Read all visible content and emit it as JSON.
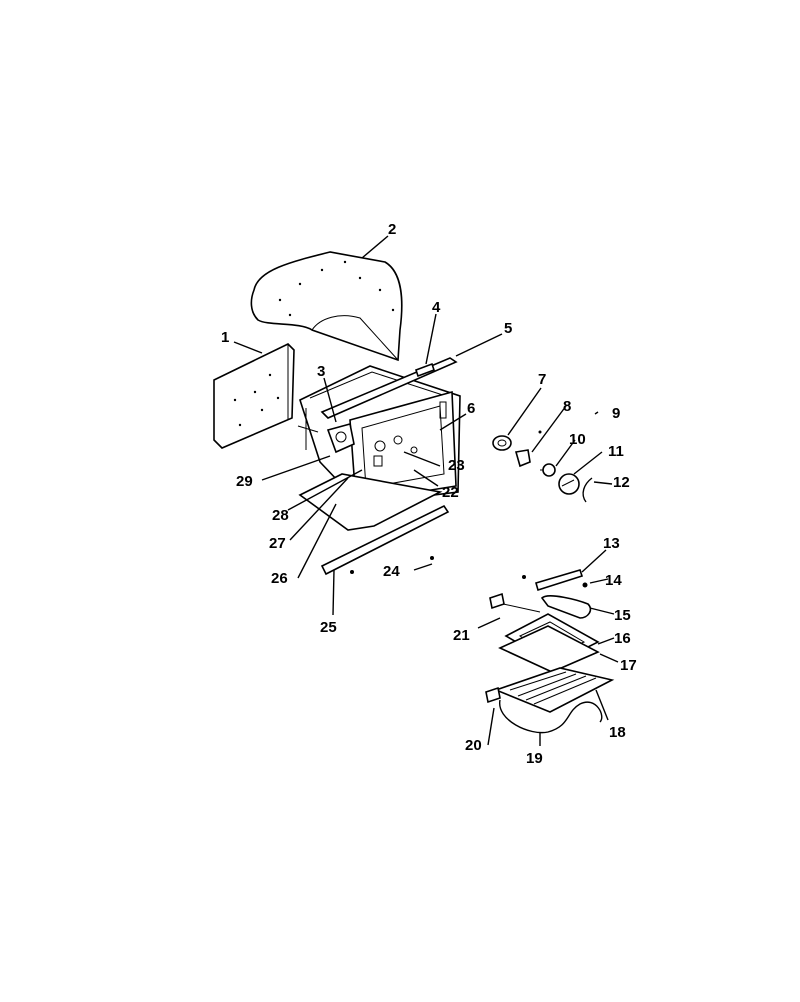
{
  "corner_mark": "'",
  "labels": {
    "l1": "1",
    "l2": "2",
    "l3": "3",
    "l4": "4",
    "l5": "5",
    "l6": "6",
    "l7": "7",
    "l8": "8",
    "l9": "9",
    "l10": "10",
    "l11": "11",
    "l12": "12",
    "l13": "13",
    "l14": "14",
    "l15": "15",
    "l16": "16",
    "l17": "17",
    "l18": "18",
    "l19": "19",
    "l20": "20",
    "l21": "21",
    "l22": "22",
    "l23": "23",
    "l24": "24",
    "l25": "25",
    "l26": "26",
    "l27": "27",
    "l28": "28",
    "l29": "29"
  }
}
